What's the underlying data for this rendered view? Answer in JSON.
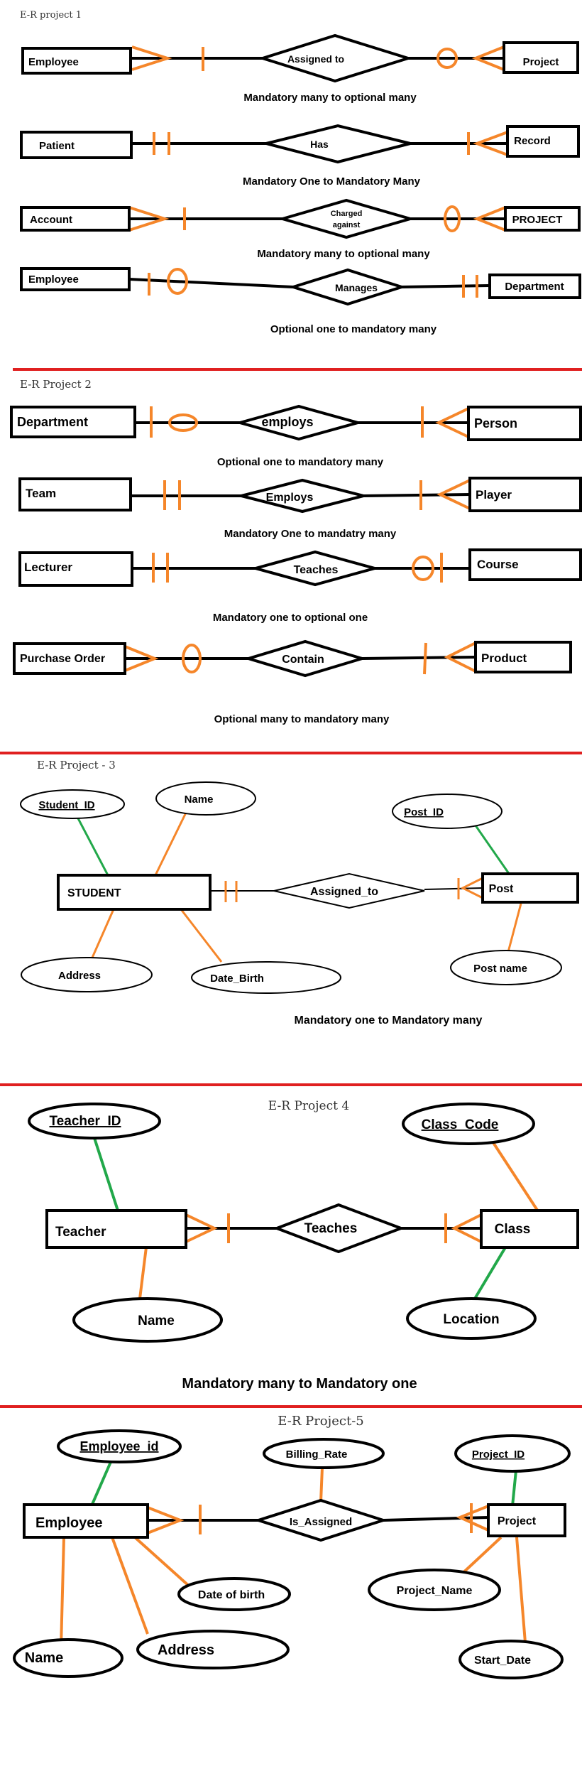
{
  "colors": {
    "line": "#000000",
    "crow": "#f5862a",
    "attr_link": "#f5862a",
    "key_link": "#22a84a",
    "divider": "#e02020"
  },
  "project1": {
    "header": "E-R project 1",
    "rows": [
      {
        "left": "Employee",
        "rel": "Assigned to",
        "right": "Project",
        "caption": "Mandatory many to optional many"
      },
      {
        "left": "Patient",
        "rel": "Has",
        "right": "Record",
        "caption": "Mandatory One to Mandatory Many"
      },
      {
        "left": "Account",
        "rel_line1": "Charged",
        "rel_line2": "against",
        "right": "PROJECT",
        "caption": "Mandatory many to optional many"
      },
      {
        "left": "Employee",
        "rel": "Manages",
        "right": "Department",
        "caption": "Optional one to mandatory many"
      }
    ]
  },
  "project2": {
    "header": "E-R Project 2",
    "rows": [
      {
        "left": "Department",
        "rel": "employs",
        "right": "Person",
        "caption": "Optional one to mandatory many"
      },
      {
        "left": "Team",
        "rel": "Employs",
        "right": "Player",
        "caption": "Mandatory One to mandatry many"
      },
      {
        "left": "Lecturer",
        "rel": "Teaches",
        "right": "Course",
        "caption": "Mandatory one to optional one"
      },
      {
        "left": "Purchase Order",
        "rel": "Contain",
        "right": "Product",
        "caption": "Optional many to mandatory many"
      }
    ]
  },
  "project3": {
    "header": "E-R Project - 3",
    "entity_left": "STUDENT",
    "relationship": "Assigned_to",
    "entity_right": "Post",
    "attrs_left": {
      "key": "Student_ID",
      "name": "Name",
      "address": "Address",
      "dob": "Date_Birth"
    },
    "attrs_right": {
      "key": "Post_ID",
      "name": "Post name"
    },
    "caption": "Mandatory one to Mandatory many"
  },
  "project4": {
    "header": "E-R Project 4",
    "entity_left": "Teacher",
    "relationship": "Teaches",
    "entity_right": "Class",
    "attrs_left": {
      "key": "Teacher_ID",
      "name": "Name"
    },
    "attrs_right": {
      "key": "Class_Code",
      "location": "Location"
    },
    "caption": "Mandatory many to Mandatory one"
  },
  "project5": {
    "header": "E-R Project-5",
    "entity_left": "Employee",
    "relationship": "Is_Assigned",
    "rel_attr": "Billing_Rate",
    "entity_right": "Project",
    "attrs_left": {
      "key": "Employee_id",
      "name": "Name",
      "address": "Address",
      "dob": "Date of birth"
    },
    "attrs_right": {
      "key": "Project_ID",
      "name": "Project_Name",
      "start": "Start_Date"
    }
  }
}
